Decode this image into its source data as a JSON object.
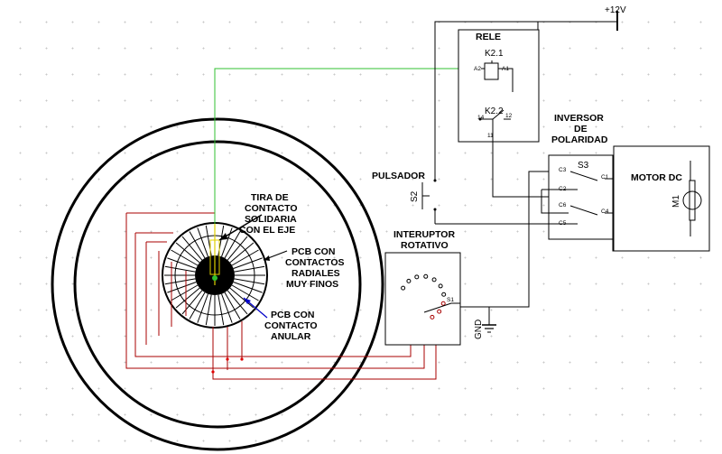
{
  "labels": {
    "supply": "+12V",
    "rele": "RELE",
    "k21": "K2.1",
    "k22": "K2.2",
    "a1": "A1",
    "a2": "A2",
    "pin11": "11",
    "pin12": "12",
    "pin14": "14",
    "inversor": [
      "INVERSOR",
      "DE",
      "POLARIDAD"
    ],
    "s3": "S3",
    "c1": "C1",
    "c2": "C2",
    "c3": "C3",
    "c4": "C4",
    "c5": "C5",
    "c6": "C6",
    "motor": "MOTOR DC",
    "m1": "M1",
    "pulsador": "PULSADOR",
    "s2": "S2",
    "interruptor": [
      "INTERUPTOR",
      "ROTATIVO"
    ],
    "s1": "S1",
    "gnd": "GND",
    "tira": [
      "TIRA DE",
      "CONTACTO",
      "SOLIDARIA",
      "CON EL EJE"
    ],
    "pcb_radial": [
      "PCB CON",
      "CONTACTOS",
      "RADIALES",
      "MUY FINOS"
    ],
    "pcb_anular": [
      "PCB CON",
      "CONTACTO",
      "ANULAR"
    ]
  },
  "colors": {
    "wire": "#000000",
    "control_wire": "#30c030",
    "ring_wires": "#a80000",
    "eye_strip": "#e0d000",
    "annotation_arrow": "#0000c8"
  }
}
